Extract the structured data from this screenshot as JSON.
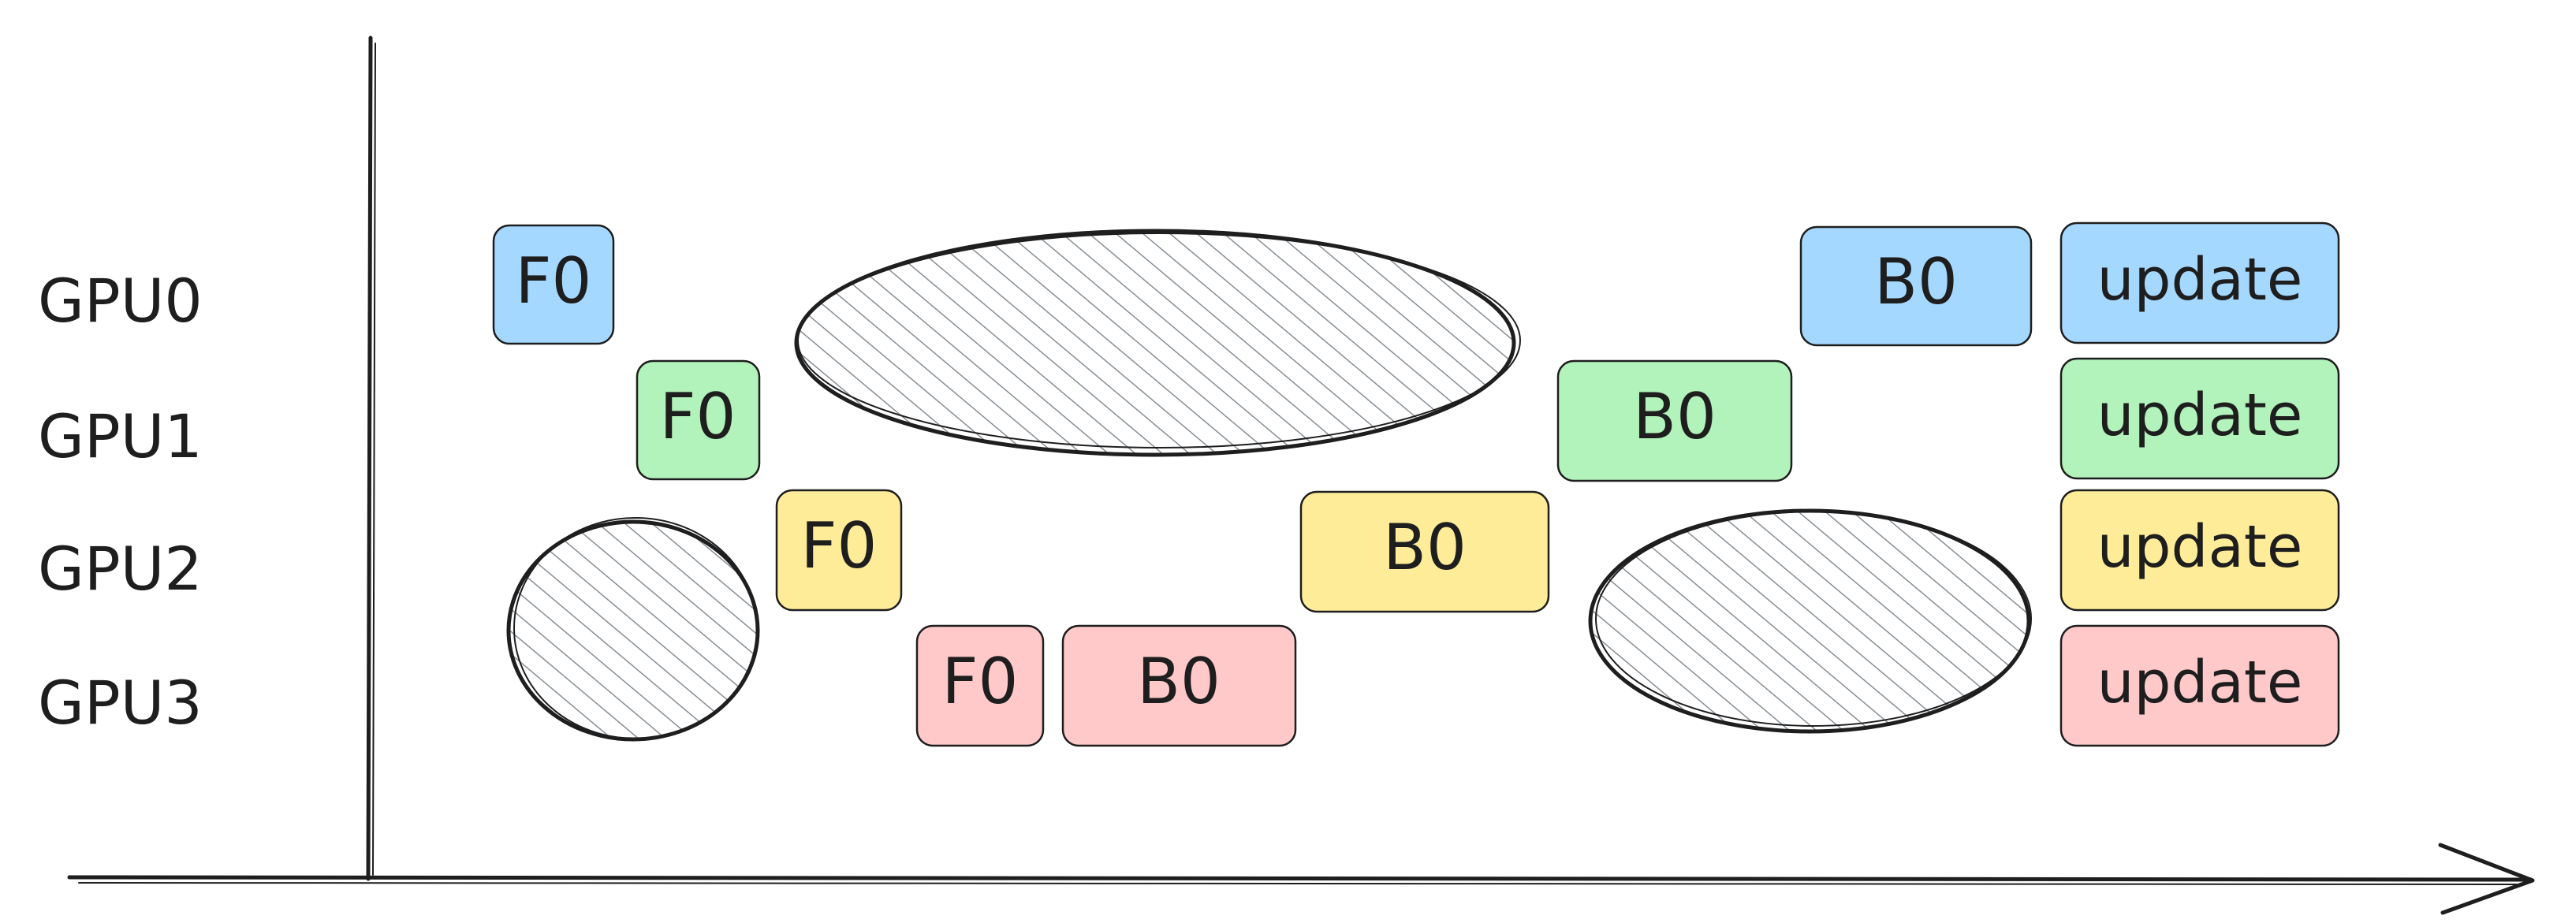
{
  "rows": [
    {
      "label": "GPU0",
      "color": "#a5d8ff"
    },
    {
      "label": "GPU1",
      "color": "#b2f2bb"
    },
    {
      "label": "GPU2",
      "color": "#ffec99"
    },
    {
      "label": "GPU3",
      "color": "#ffc9c9"
    }
  ],
  "blocks": {
    "f0_gpu0": "F0",
    "f0_gpu1": "F0",
    "f0_gpu2": "F0",
    "f0_gpu3": "F0",
    "b0_gpu0": "B0",
    "b0_gpu1": "B0",
    "b0_gpu2": "B0",
    "b0_gpu3": "B0",
    "update_gpu0": "update",
    "update_gpu1": "update",
    "update_gpu2": "update",
    "update_gpu3": "update"
  },
  "colors": {
    "stroke": "#1e1e1e",
    "hatch": "#868e96",
    "gpu0": "#a5d8ff",
    "gpu1": "#b2f2bb",
    "gpu2": "#ffec99",
    "gpu3": "#ffc9c9"
  },
  "bubbles": [
    {
      "description": "idle bubble",
      "rows": [
        "GPU0",
        "GPU1"
      ]
    },
    {
      "description": "idle bubble",
      "rows": [
        "GPU2",
        "GPU3"
      ]
    },
    {
      "description": "idle bubble",
      "rows": [
        "GPU2",
        "GPU3"
      ]
    }
  ]
}
